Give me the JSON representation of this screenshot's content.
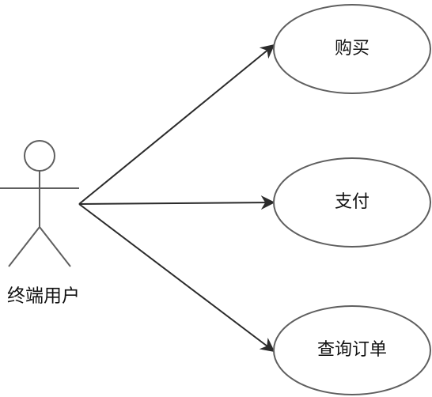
{
  "actor": {
    "label": "终端用户"
  },
  "use_cases": [
    {
      "label": "购买"
    },
    {
      "label": "支付"
    },
    {
      "label": "查询订单"
    }
  ],
  "colors": {
    "stroke": "#5f5f5f",
    "edge": "#2b2b2b",
    "text": "#111111",
    "background": "#ffffff"
  }
}
